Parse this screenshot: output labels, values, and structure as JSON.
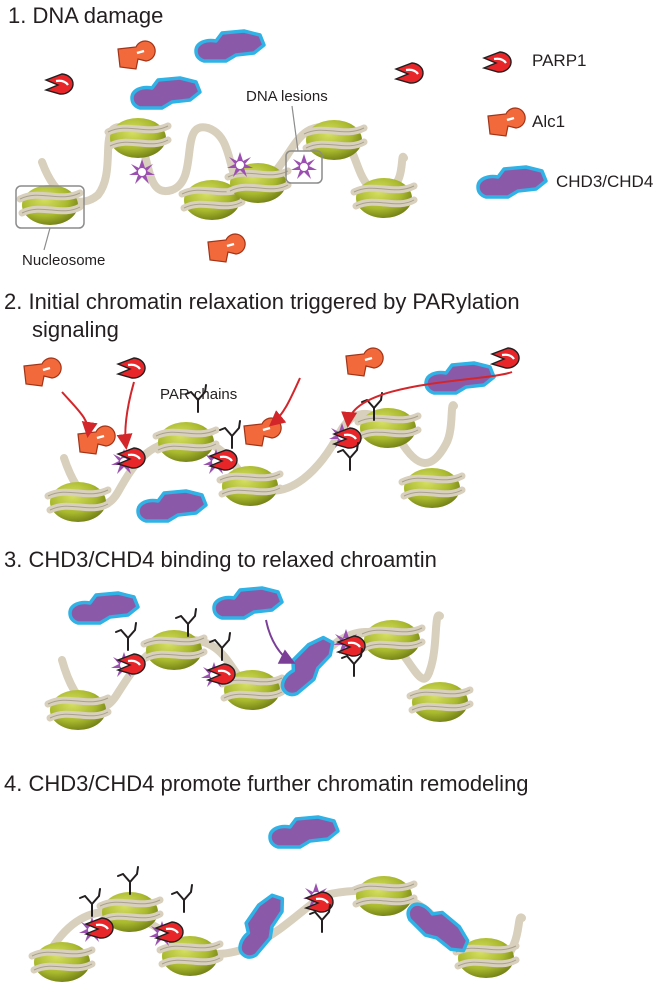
{
  "panels": {
    "p1_title": "1. DNA damage",
    "p2_title_line1": "2. Initial chromatin relaxation triggered by PARylation",
    "p2_title_line2": "signaling",
    "p3_title": "3. CHD3/CHD4 binding to relaxed chroamtin",
    "p4_title": "4. CHD3/CHD4 promote further chromatin remodeling"
  },
  "annotations": {
    "dna_lesions": "DNA lesions",
    "nucleosome": "Nucleosome",
    "par_chains": "PAR chains"
  },
  "legend": {
    "parp1": "PARP1",
    "alc1": "Alc1",
    "chd": "CHD3/CHD4"
  },
  "colors": {
    "parp1_red": "#e8262a",
    "alc1_orange": "#f26a3b",
    "chd_purple": "#8a5aa8",
    "chd_outline": "#2fb2e6",
    "nucleosome_green": "#a9b92e",
    "dna_beige": "#d8cfbc",
    "lesion_purple": "#9b4fb0",
    "arrow_red": "#d3262b",
    "arrow_purple": "#7b3f98"
  }
}
